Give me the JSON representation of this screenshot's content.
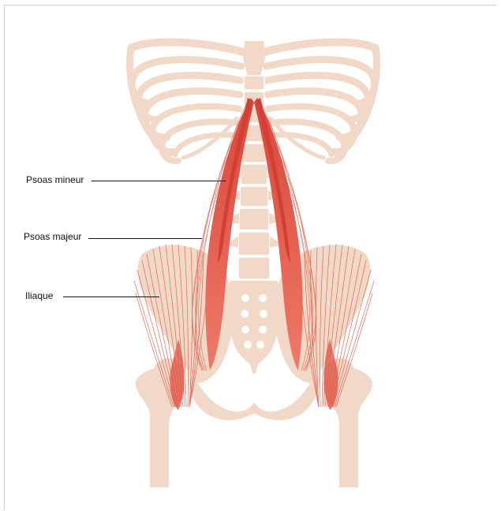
{
  "labels": {
    "psoas_minor": "Psoas mineur",
    "psoas_major": "Psoas majeur",
    "iliacus": "Iliaque"
  },
  "colors": {
    "bone": "#f2d8c6",
    "bone_edge": "#ffffff",
    "muscle_dark": "#d8463a",
    "muscle_light": "#ef8a78",
    "fiber": "#e25a4a",
    "label_text": "#111111",
    "frame_border": "#cfcfcf"
  },
  "icons": {
    "anatomy": "hip-flexor-muscles-illustration"
  }
}
